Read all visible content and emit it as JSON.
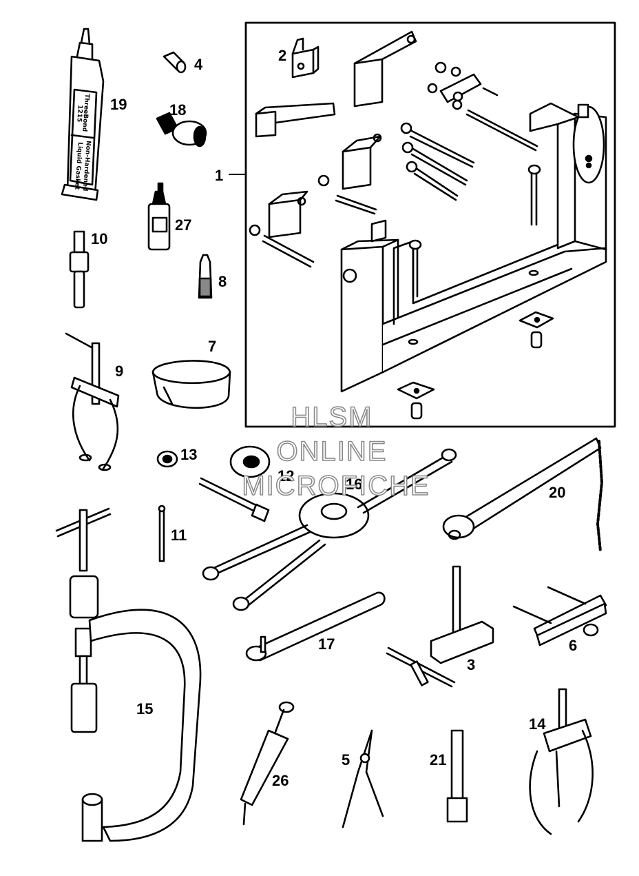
{
  "parts": [
    {
      "id": "p1",
      "label": "1",
      "icon": "engine-stand-frame-icon"
    },
    {
      "id": "p2",
      "label": "2",
      "icon": "mounting-bracket-icon"
    },
    {
      "id": "p3",
      "label": "3",
      "icon": "press-tool-icon"
    },
    {
      "id": "p4",
      "label": "4",
      "icon": "nozzle-cap-icon"
    },
    {
      "id": "p5",
      "label": "5",
      "icon": "circlip-pliers-icon"
    },
    {
      "id": "p6",
      "label": "6",
      "icon": "bearing-separator-icon"
    },
    {
      "id": "p7",
      "label": "7",
      "icon": "piston-ring-compressor-icon"
    },
    {
      "id": "p8",
      "label": "8",
      "icon": "small-bottle-icon"
    },
    {
      "id": "p9",
      "label": "9",
      "icon": "two-jaw-puller-icon"
    },
    {
      "id": "p10",
      "label": "10",
      "icon": "slide-hammer-icon"
    },
    {
      "id": "p11",
      "label": "11",
      "icon": "pin-punch-icon"
    },
    {
      "id": "p12",
      "label": "12",
      "icon": "bolt-and-collar-icon"
    },
    {
      "id": "p13",
      "label": "13",
      "icon": "washer-icon"
    },
    {
      "id": "p14",
      "label": "14",
      "icon": "three-jaw-puller-icon"
    },
    {
      "id": "p15",
      "label": "15",
      "icon": "valve-spring-compressor-icon"
    },
    {
      "id": "p16",
      "label": "16",
      "icon": "flywheel-holder-icon"
    },
    {
      "id": "p17",
      "label": "17",
      "icon": "pin-spanner-icon"
    },
    {
      "id": "p18",
      "label": "18",
      "icon": "socket-adapter-icon"
    },
    {
      "id": "p19",
      "label": "19",
      "icon": "sealant-tube-icon"
    },
    {
      "id": "p20",
      "label": "20",
      "icon": "chain-wrench-icon"
    },
    {
      "id": "p21",
      "label": "21",
      "icon": "hex-socket-bit-icon"
    },
    {
      "id": "p26",
      "label": "26",
      "icon": "grease-syringe-icon"
    },
    {
      "id": "p27",
      "label": "27",
      "icon": "thread-lock-bottle-icon"
    }
  ],
  "tube_text": [
    "ThreeBond",
    "1215",
    "Non-Hardened",
    "Liquid Gasket"
  ],
  "watermark": [
    "HLSM",
    "ONLINE",
    "MICROFICHE"
  ]
}
